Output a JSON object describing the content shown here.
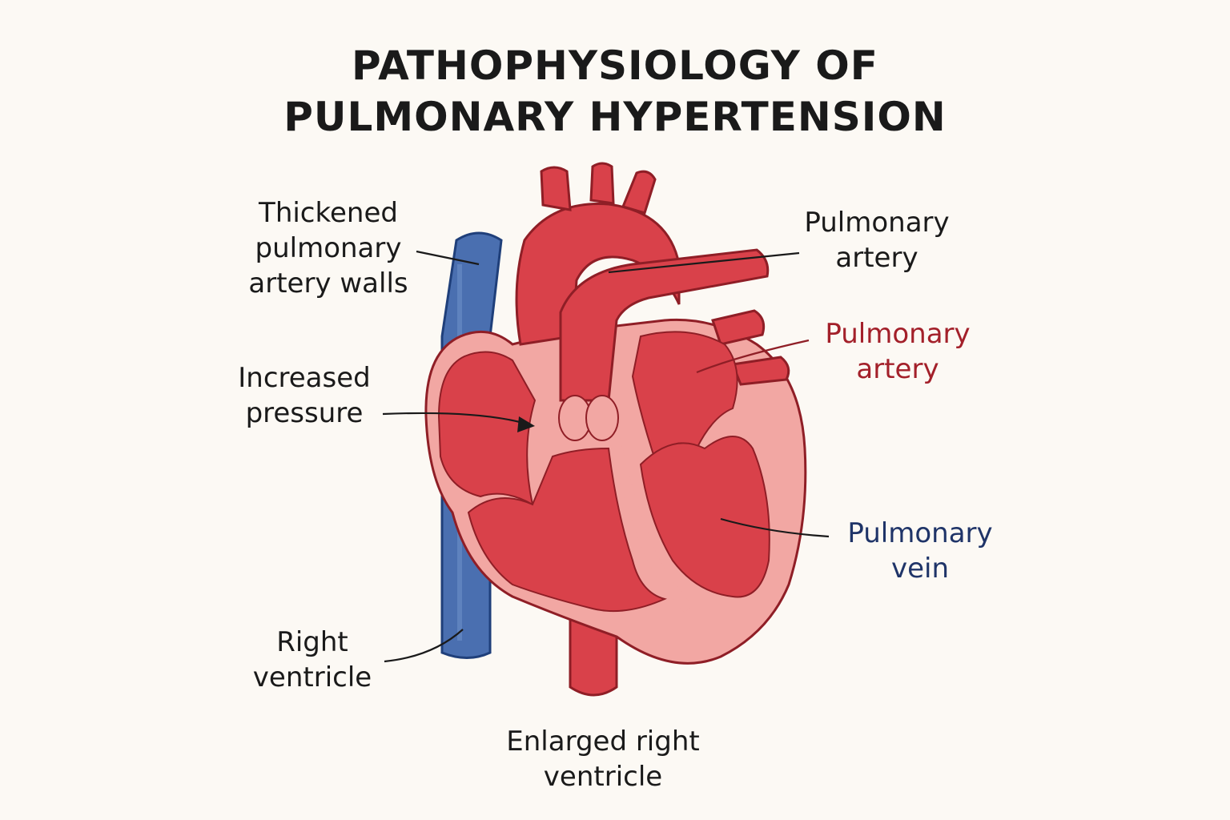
{
  "title": {
    "line1": "PATHOPHYSIOLOGY OF",
    "line2": "PULMONARY HYPERTENSION"
  },
  "labels": {
    "thickened_walls": [
      "Thickened",
      "pulmonary",
      "artery walls"
    ],
    "increased_pressure": [
      "Increased",
      "pressure"
    ],
    "right_ventricle": [
      "Right",
      "ventricle"
    ],
    "enlarged_right_ventricle": [
      "Enlarged right",
      "ventricle"
    ],
    "pulmonary_artery_top": [
      "Pulmonary",
      "artery"
    ],
    "pulmonary_artery_red": [
      "Pulmonary",
      "artery"
    ],
    "pulmonary_vein": [
      "Pulmonary",
      "vein"
    ]
  },
  "colors": {
    "background": "#fcf9f4",
    "muscle": "#d9414a",
    "muscle_dark": "#b52e37",
    "outline": "#8f1e26",
    "pericardium": "#f2a7a3",
    "vein": "#4a6fb0",
    "vein_outline": "#1f3f7a",
    "label_red": "#a3202a",
    "label_blue": "#1f3468"
  }
}
